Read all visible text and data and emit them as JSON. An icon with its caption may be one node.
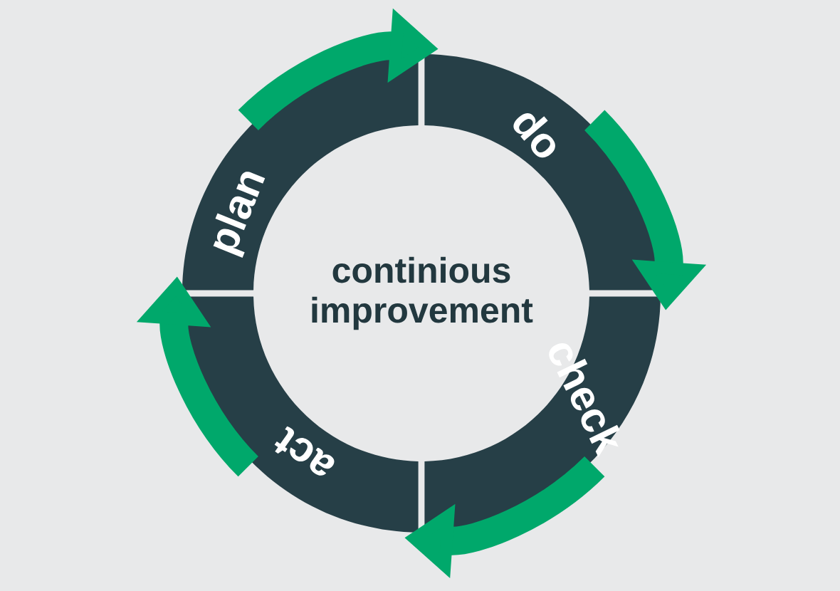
{
  "diagram": {
    "nodes": [
      {
        "text": [
          "continious improvement"
        ]
      },
      {
        "text": [
          "plan"
        ]
      },
      {
        "text": [
          "do"
        ]
      },
      {
        "text": [
          "check"
        ]
      },
      {
        "text": [
          "act"
        ]
      }
    ],
    "edges": [
      {
        "from": 1,
        "to": 2,
        "arrow": "to"
      },
      {
        "from": 2,
        "to": 3,
        "arrow": "to"
      },
      {
        "from": 3,
        "to": 4,
        "arrow": "to"
      },
      {
        "from": 4,
        "to": 1,
        "arrow": "to"
      }
    ]
  }
}
